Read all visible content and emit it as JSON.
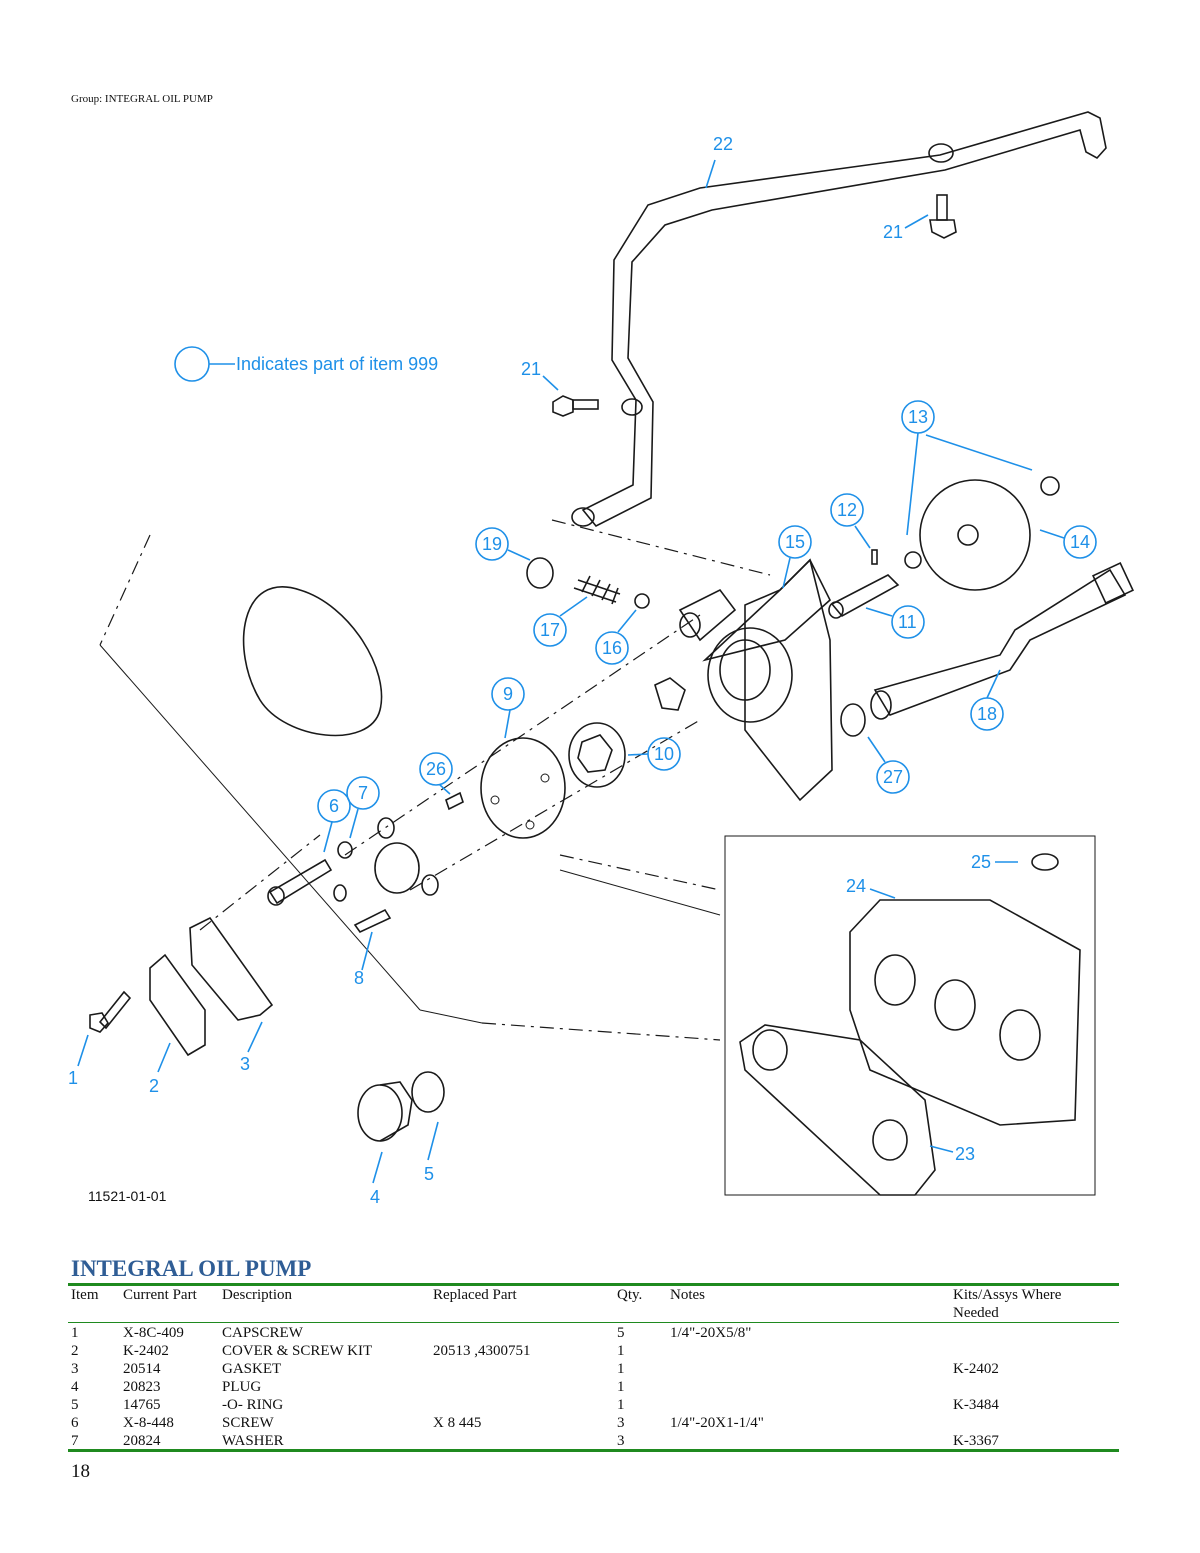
{
  "group_label": "Group: INTEGRAL OIL PUMP",
  "diagram": {
    "legend_text": "Indicates part of item 999",
    "figure_id": "11521-01-01",
    "callouts": {
      "c1": "1",
      "c2": "2",
      "c3": "3",
      "c4": "4",
      "c5": "5",
      "c6": "6",
      "c7": "7",
      "c8": "8",
      "c9": "9",
      "c10": "10",
      "c11": "11",
      "c12": "12",
      "c13": "13",
      "c14": "14",
      "c15": "15",
      "c16": "16",
      "c17": "17",
      "c18": "18",
      "c19": "19",
      "c21a": "21",
      "c21b": "21",
      "c22": "22",
      "c23": "23",
      "c24": "24",
      "c25": "25",
      "c26": "26",
      "c27": "27"
    },
    "colors": {
      "callout": "#1e90e8",
      "line_art": "#1a1a1a"
    }
  },
  "table": {
    "title": "INTEGRAL OIL PUMP",
    "headers": {
      "item": "Item",
      "current_part": "Current Part",
      "description": "Description",
      "replaced_part": "Replaced Part",
      "qty": "Qty.",
      "notes": "Notes",
      "kits_line1": "Kits/Assys Where",
      "kits_line2": "Needed"
    },
    "rows": [
      {
        "item": "1",
        "current_part": "X-8C-409",
        "description": "CAPSCREW",
        "replaced_part": "",
        "qty": "5",
        "notes": "1/4\"-20X5/8\"",
        "kits": ""
      },
      {
        "item": "2",
        "current_part": "K-2402",
        "description": "COVER & SCREW KIT",
        "replaced_part": "20513 ,4300751",
        "qty": "1",
        "notes": "",
        "kits": ""
      },
      {
        "item": "3",
        "current_part": "20514",
        "description": "GASKET",
        "replaced_part": "",
        "qty": "1",
        "notes": "",
        "kits": "K-2402"
      },
      {
        "item": "4",
        "current_part": "20823",
        "description": "PLUG",
        "replaced_part": "",
        "qty": "1",
        "notes": "",
        "kits": ""
      },
      {
        "item": "5",
        "current_part": "14765",
        "description": "-O- RING",
        "replaced_part": "",
        "qty": "1",
        "notes": "",
        "kits": "K-3484"
      },
      {
        "item": "6",
        "current_part": "X-8-448",
        "description": "SCREW",
        "replaced_part": "X 8  445",
        "qty": "3",
        "notes": "1/4\"-20X1-1/4\"",
        "kits": ""
      },
      {
        "item": "7",
        "current_part": "20824",
        "description": "WASHER",
        "replaced_part": "",
        "qty": "3",
        "notes": "",
        "kits": "K-3367"
      }
    ],
    "colors": {
      "rule": "#1f8a1f",
      "title": "#2f5d95"
    }
  },
  "page_number": "18"
}
